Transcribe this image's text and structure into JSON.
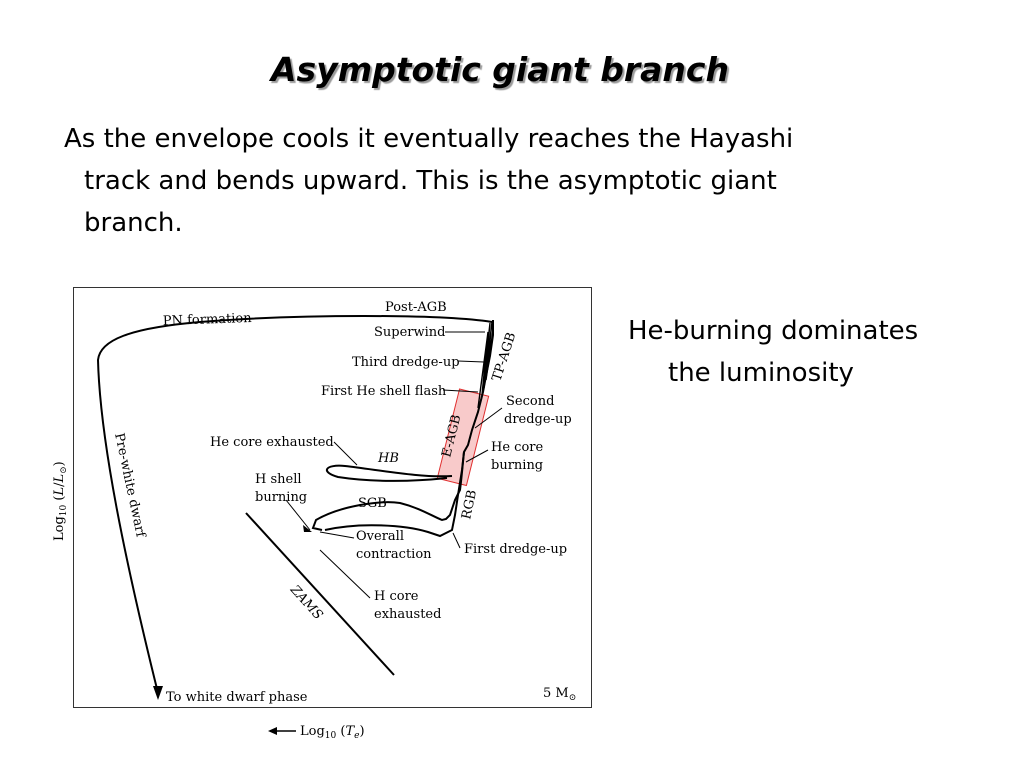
{
  "slide": {
    "title": "Asymptotic giant branch",
    "body_lines": [
      "As the envelope cools it eventually reaches the Hayashi",
      "track and bends upward.  This is the asymptotic giant",
      "branch."
    ],
    "side_note_lines": [
      "He-burning dominates",
      "the luminosity"
    ]
  },
  "diagram": {
    "labels": {
      "post_agb": "Post-AGB",
      "pn_formation": "PN formation",
      "superwind": "Superwind",
      "third_dredge_up": "Third dredge-up",
      "first_he_shell_flash": "First He shell flash",
      "he_core_exhausted": "He core exhausted",
      "hb": "HB",
      "h_shell": "H shell",
      "burning": "burning",
      "sgb": "SGB",
      "overall": "Overall",
      "contraction": "contraction",
      "h_core": "H core",
      "exhausted": "exhausted",
      "zams": "ZAMS",
      "to_white_dwarf_phase": "To white dwarf phase",
      "pre_white_dwarf": "Pre-white dwarf",
      "tp_agb": "TP-AGB",
      "e_agb": "E-AGB",
      "second": "Second",
      "dredge_up": "dredge-up",
      "he_core": "He core",
      "burning2": "burning",
      "rgb": "RGB",
      "first_dredge_up": "First dredge-up",
      "mass": "5 M",
      "sun": "⊙"
    },
    "y_axis": {
      "prefix": "Log",
      "sub": "10",
      "var_open": " (",
      "var": "L",
      "slash": "/",
      "var2": "L",
      "sun": "⊙",
      "close": ")"
    },
    "x_axis": {
      "prefix": "Log",
      "sub": "10",
      "open": " (",
      "var": "T",
      "var_sub": "e",
      "close": ")"
    },
    "highlight_color": "#f4a6a6",
    "highlight_border": "#e03030"
  }
}
